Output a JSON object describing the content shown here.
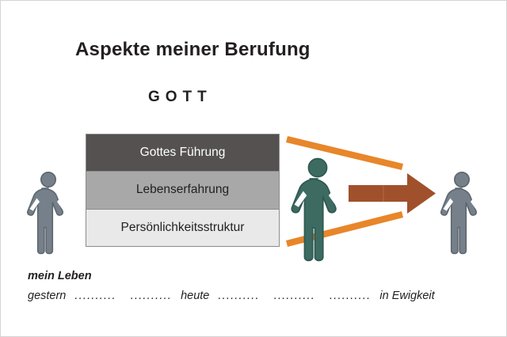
{
  "slide": {
    "title": "Aspekte meiner Berufung",
    "subtitle": "GOTT",
    "background_color": "#ffffff",
    "border_color": "#d4d4d4"
  },
  "stack": {
    "rows": [
      {
        "label": "Gottes Führung",
        "fill": "#545150",
        "text_color": "#ffffff"
      },
      {
        "label": "Lebenserfahrung",
        "fill": "#a8a8a8",
        "text_color": "#231f20"
      },
      {
        "label": "Persönlichkeitsstruktur",
        "fill": "#e9e9e9",
        "text_color": "#231f20"
      }
    ]
  },
  "figures": {
    "left_person": {
      "name": "person-left",
      "color": "#76808a"
    },
    "center_person": {
      "name": "person-center",
      "color": "#3d6b62"
    },
    "right_person": {
      "name": "person-right",
      "color": "#76808a"
    }
  },
  "arrow": {
    "name": "arrow-right",
    "color": "#a0512b"
  },
  "rays": {
    "name": "diverging-rays",
    "color": "#e8862a",
    "count": 2
  },
  "timeline": {
    "heading": "mein Leben",
    "start": "gestern",
    "dots_left_1": "..........",
    "dots_left_2": "..........",
    "middle": "heute",
    "dots_right_1": "..........",
    "dots_right_2": "..........",
    "dots_right_3": "..........",
    "end": "in Ewigkeit"
  }
}
